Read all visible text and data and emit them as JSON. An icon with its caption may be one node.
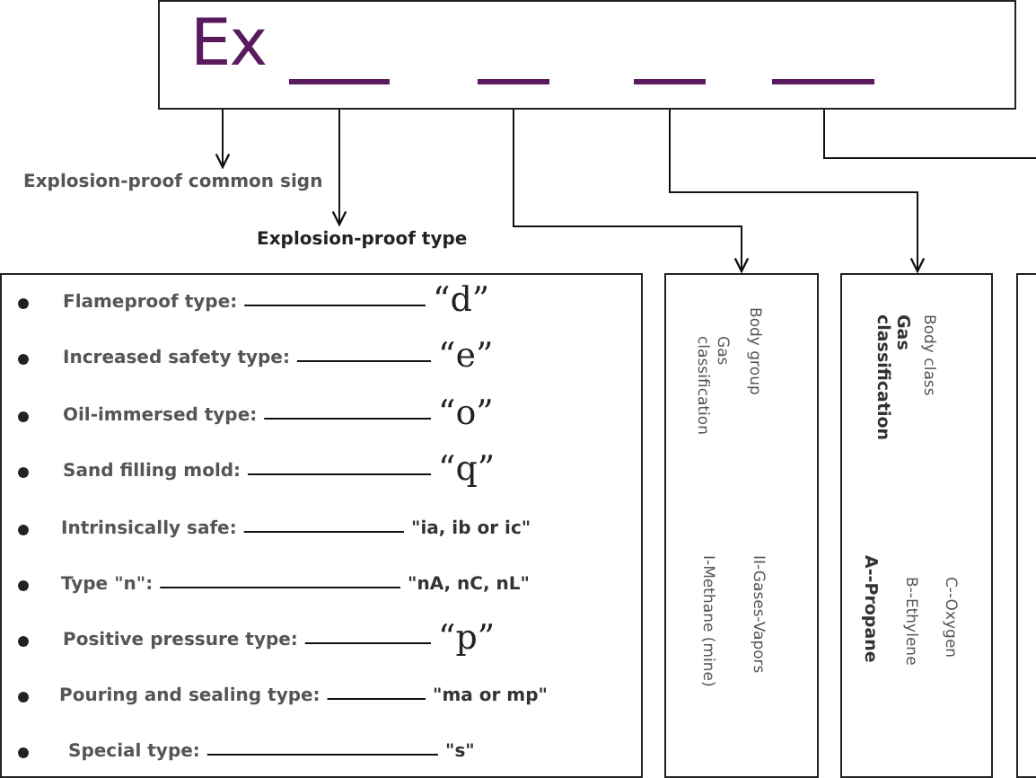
{
  "diagram": {
    "nodes": [
      {
        "text": [],
        "shape": "box"
      },
      {
        "text": [
          "Ex"
        ],
        "in": 0
      },
      {
        "text": [],
        "shape": "bar",
        "in": 0
      },
      {
        "text": [],
        "shape": "bar",
        "in": 0
      },
      {
        "text": [],
        "shape": "bar",
        "in": 0
      },
      {
        "text": [],
        "shape": "bar",
        "in": 0
      },
      {
        "text": [
          "Explosion-proof common sign"
        ]
      },
      {
        "text": [
          "Explosion-proof type"
        ]
      },
      {
        "text": [],
        "shape": "box"
      },
      {
        "text": [
          "Flameproof type:"
        ],
        "in": 8
      },
      {
        "text": [
          "“d”"
        ],
        "in": 8
      },
      {
        "text": [
          "Increased safety type:"
        ],
        "in": 8
      },
      {
        "text": [
          "“e”"
        ],
        "in": 8
      },
      {
        "text": [
          "Oil-immersed type:"
        ],
        "in": 8
      },
      {
        "text": [
          "“o”"
        ],
        "in": 8
      },
      {
        "text": [
          "Sand filling mold:"
        ],
        "in": 8
      },
      {
        "text": [
          "“q”"
        ],
        "in": 8
      },
      {
        "text": [
          "Intrinsically safe:"
        ],
        "in": 8
      },
      {
        "text": [
          "\"ia, ib or ic\""
        ],
        "in": 8
      },
      {
        "text": [
          "Type \"n\":"
        ],
        "in": 8
      },
      {
        "text": [
          "\"nA, nC, nL\""
        ],
        "in": 8
      },
      {
        "text": [
          "Positive pressure type:"
        ],
        "in": 8
      },
      {
        "text": [
          "“p”"
        ],
        "in": 8
      },
      {
        "text": [
          "Pouring and sealing type:"
        ],
        "in": 8
      },
      {
        "text": [
          "\"ma or mp\""
        ],
        "in": 8
      },
      {
        "text": [
          "Special type:"
        ],
        "in": 8
      },
      {
        "text": [
          "\"s\""
        ],
        "in": 8
      },
      {
        "text": [
          "Body group",
          "Gas classification",
          "II-Gases-Vapors",
          "I-Methane (mine)"
        ]
      },
      {
        "text": [
          "Body class",
          "Gas classification",
          "C--Oxygen",
          "B--Ethylene",
          "A--Propane"
        ]
      },
      {
        "text": [],
        "shape": "box"
      }
    ],
    "edges": [
      {
        "from": 1,
        "to": 6,
        "arrow": "to"
      },
      {
        "from": 2,
        "to": 7,
        "arrow": "to"
      },
      {
        "from": 3,
        "to": 27,
        "arrow": "to"
      },
      {
        "from": 4,
        "to": 28,
        "arrow": "to"
      },
      {
        "from": 5,
        "to": null,
        "arrow": "none"
      },
      {
        "from": 9,
        "to": 10,
        "arrow": "none"
      },
      {
        "from": 11,
        "to": 12,
        "arrow": "none"
      },
      {
        "from": 13,
        "to": 14,
        "arrow": "none"
      },
      {
        "from": 15,
        "to": 16,
        "arrow": "none"
      },
      {
        "from": 17,
        "to": 18,
        "arrow": "none"
      },
      {
        "from": 19,
        "to": 20,
        "arrow": "none"
      },
      {
        "from": 21,
        "to": 22,
        "arrow": "none"
      },
      {
        "from": 23,
        "to": 24,
        "arrow": "none"
      },
      {
        "from": 25,
        "to": 26,
        "arrow": "none"
      }
    ]
  }
}
